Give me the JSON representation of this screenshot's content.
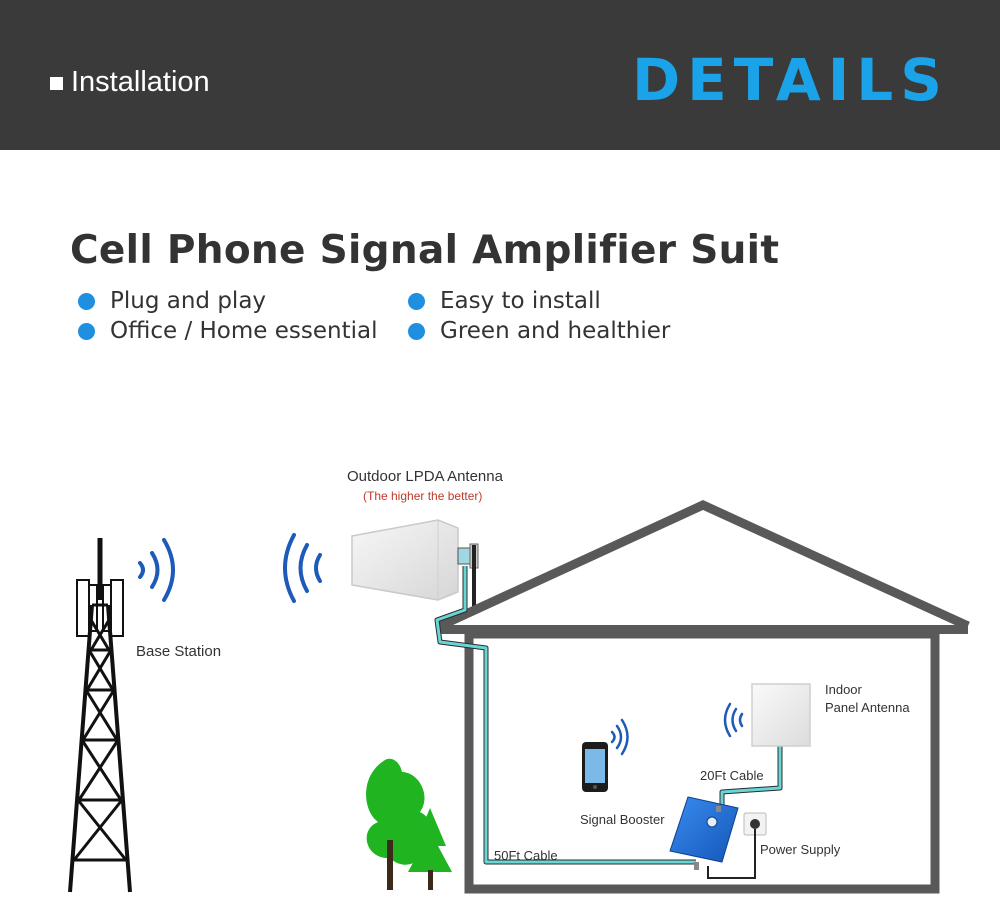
{
  "header": {
    "section_label": "Installation",
    "logo_text": "DETAILS"
  },
  "title": "Cell Phone Signal Amplifier Suit",
  "features": [
    "Plug and play",
    "Easy to install",
    "Office / Home essential",
    "Green and healthier"
  ],
  "diagram": {
    "base_station_label": "Base Station",
    "outdoor_antenna_label": "Outdoor LPDA Antenna",
    "outdoor_antenna_note": "(The higher the better)",
    "indoor_antenna_label_line1": "Indoor",
    "indoor_antenna_label_line2": "Panel Antenna",
    "cable_20_label": "20Ft Cable",
    "booster_label": "Signal Booster",
    "power_supply_label": "Power Supply",
    "cable_50_label": "50Ft Cable"
  },
  "colors": {
    "header_bg": "#3a3a3a",
    "logo": "#1aa3e8",
    "bullet": "#1f8fe0",
    "cable": "#5cc9c9",
    "house": "#555555",
    "tree": "#1db31d",
    "booster": "#1c6fd1",
    "antenna_note": "#c0392b"
  }
}
